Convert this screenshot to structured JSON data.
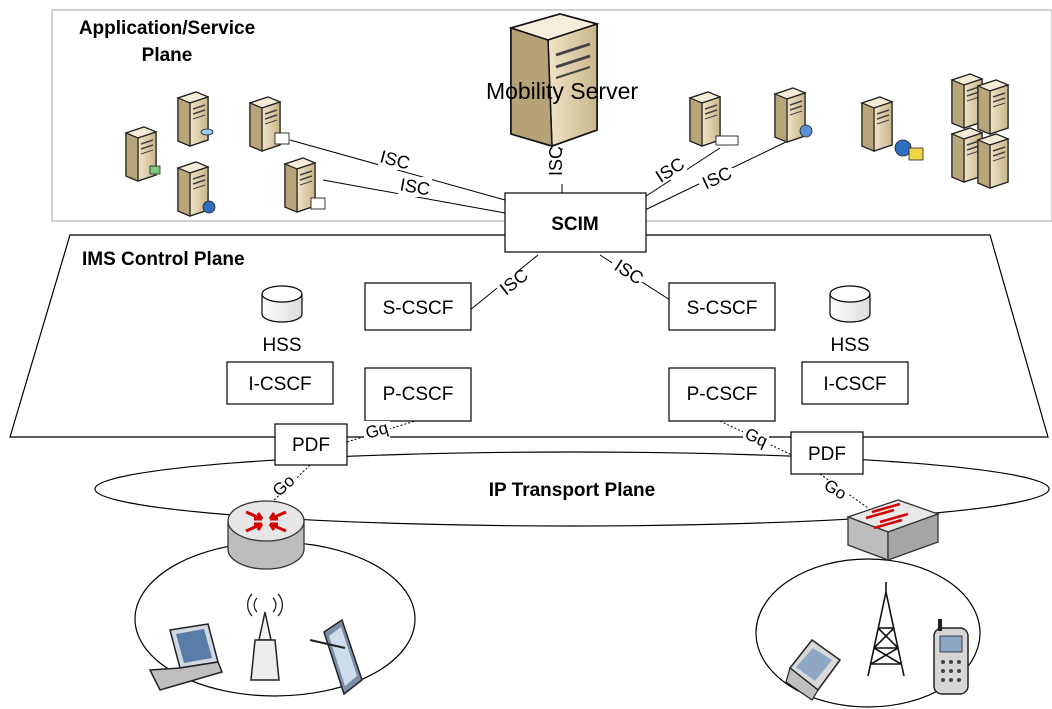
{
  "planes": {
    "application": "Application/Service",
    "application_line2": "Plane",
    "ims": "IMS Control Plane",
    "transport": "IP Transport Plane"
  },
  "nodes": {
    "mobility_server": "Mobility Server",
    "scim": "SCIM",
    "s_cscf_left": "S-CSCF",
    "s_cscf_right": "S-CSCF",
    "hss_left": "HSS",
    "hss_right": "HSS",
    "i_cscf_left": "I-CSCF",
    "i_cscf_right": "I-CSCF",
    "p_cscf_left": "P-CSCF",
    "p_cscf_right": "P-CSCF",
    "pdf_left": "PDF",
    "pdf_right": "PDF"
  },
  "interfaces": {
    "isc_1": "ISC",
    "isc_2": "ISC",
    "isc_3": "ISC",
    "isc_4": "ISC",
    "isc_5": "ISC",
    "isc_6": "ISC",
    "isc_7": "ISC",
    "gq_left": "Gq",
    "gq_right": "Gq",
    "go_left": "Go",
    "go_right": "Go"
  },
  "colors": {
    "server_body": "#d9c9a3",
    "server_dark": "#8c7a52",
    "router": "#d8d8d8",
    "router_arrow": "#d40000",
    "plane_border": "#b0b0b0"
  },
  "icons": {
    "servers": "server-icon",
    "router": "router-icon",
    "switch": "switch-icon",
    "laptop": "laptop-icon",
    "access_point": "wireless-access-point-icon",
    "tablet": "tablet-icon",
    "flip_phone": "flip-phone-icon",
    "cell_tower": "cell-tower-icon",
    "mobile_phone": "mobile-phone-icon"
  }
}
